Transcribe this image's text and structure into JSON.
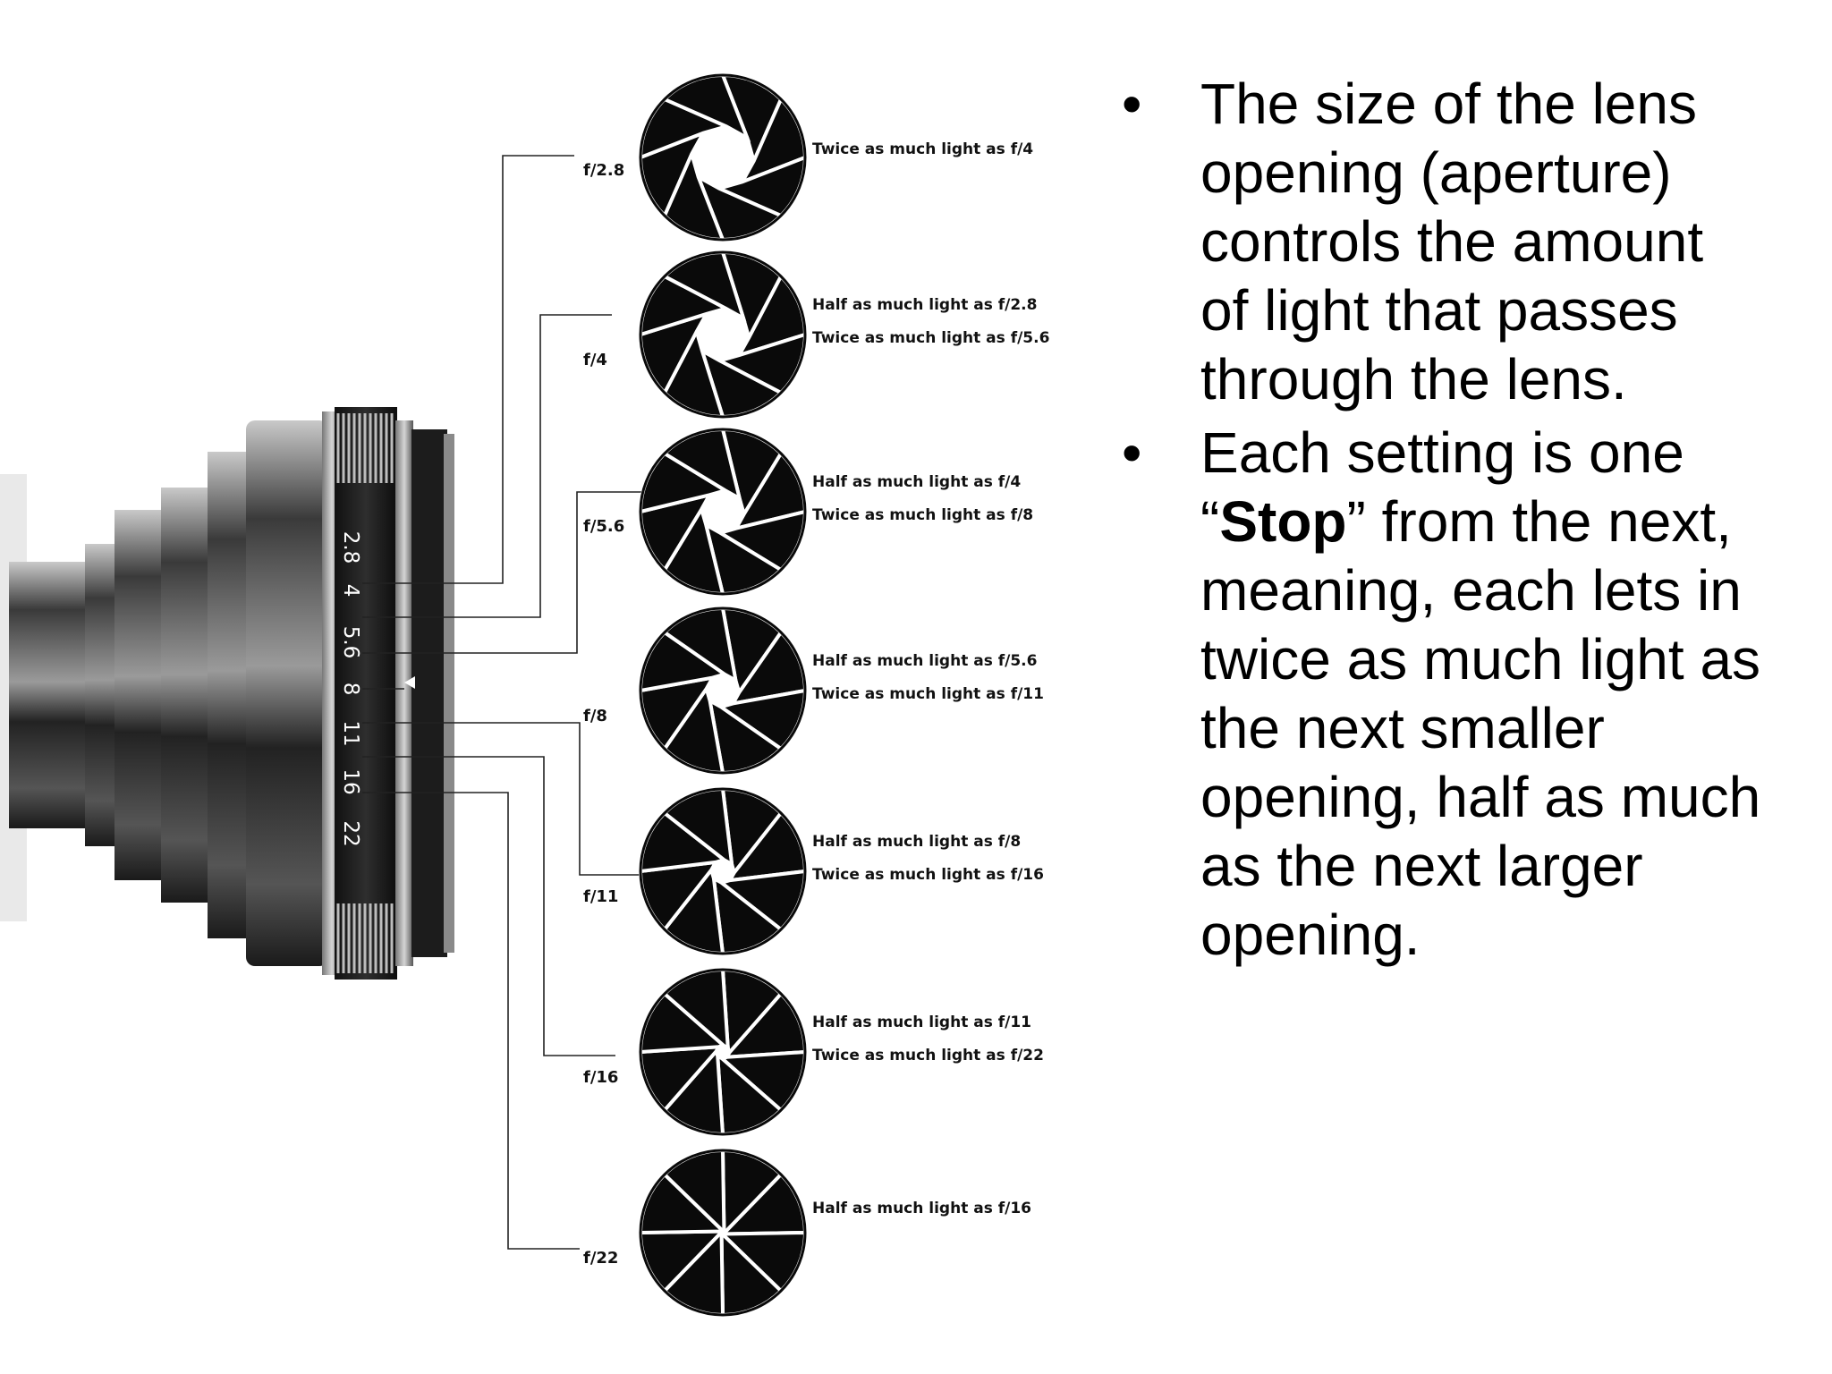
{
  "diagram": {
    "apertures": [
      {
        "label": "f/2.8",
        "notes": [
          "Twice as much light as f/4"
        ]
      },
      {
        "label": "f/4",
        "notes": [
          "Half as much light as f/2.8",
          "Twice as much light as f/5.6"
        ]
      },
      {
        "label": "f/5.6",
        "notes": [
          "Half as much light as f/4",
          "Twice as much light as f/8"
        ]
      },
      {
        "label": "f/8",
        "notes": [
          "Half as much light as f/5.6",
          "Twice as much light as f/11"
        ]
      },
      {
        "label": "f/11",
        "notes": [
          "Half as much light as f/8",
          "Twice as much light as f/16"
        ]
      },
      {
        "label": "f/16",
        "notes": [
          "Half as much light as f/11",
          "Twice as much light as f/22"
        ]
      },
      {
        "label": "f/22",
        "notes": [
          "Half as much light as f/16"
        ]
      }
    ],
    "ring_numbers": [
      "2.8",
      "4",
      "5.6",
      "8",
      "11",
      "16",
      "22"
    ]
  },
  "bullets": {
    "item1": "The size of the lens opening (aperture) controls the amount of light that passes through the lens.",
    "item2_before": "Each setting is one “",
    "item2_bold": "Stop",
    "item2_after": "” from the next, meaning, each lets in twice as much light as the next smaller opening, half as much as the next larger opening."
  }
}
